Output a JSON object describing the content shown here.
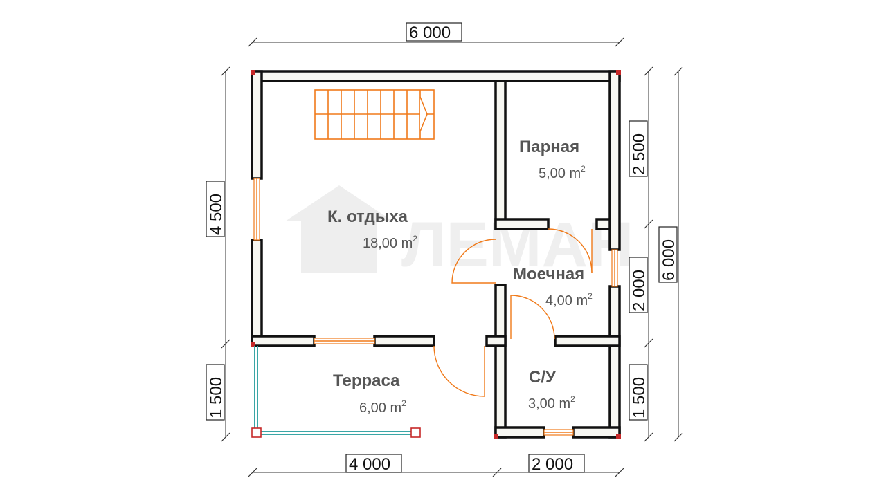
{
  "dimensions": {
    "top_total": "6 000",
    "bottom_left": "4 000",
    "bottom_right": "2 000",
    "left_upper": "4 500",
    "left_lower": "1 500",
    "right_inner_top": "2 500",
    "right_inner_middle": "2 000",
    "right_inner_bottom": "1 500",
    "right_outer_total": "6 000"
  },
  "rooms": [
    {
      "name": "К. отдыха",
      "area": "18,00 m",
      "unit_sup": "2"
    },
    {
      "name": "Парная",
      "area": "5,00 m",
      "unit_sup": "2"
    },
    {
      "name": "Моечная",
      "area": "4,00 m",
      "unit_sup": "2"
    },
    {
      "name": "Терраса",
      "area": "6,00 m",
      "unit_sup": "2"
    },
    {
      "name": "С/У",
      "area": "3,00 m",
      "unit_sup": "2"
    }
  ],
  "watermark": {
    "text": "ЛЕМАН"
  },
  "colors": {
    "door_window": "#f07a1a",
    "corner_marker": "#c62828",
    "terrace_railing": "#3aa6a6",
    "wall_fill": "#f7f7f2"
  }
}
